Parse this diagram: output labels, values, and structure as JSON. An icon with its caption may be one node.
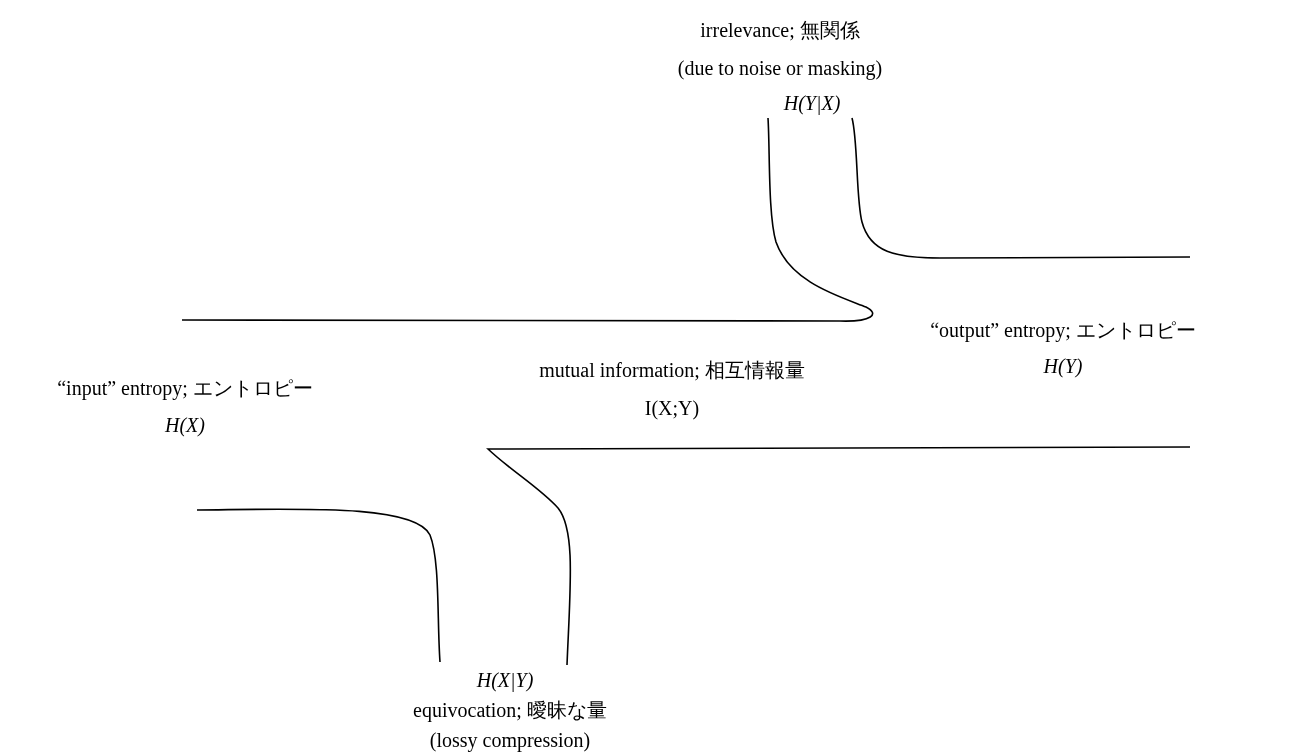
{
  "diagram": {
    "labels": [
      "irrelevance; 無関係",
      "(due to noise or masking)",
      "H(Y|X)",
      "“output” entropy; エントロピー",
      "H(Y)",
      "mutual information; 相互情報量",
      "I(X;Y)",
      "“input” entropy; エントロピー",
      "H(X)",
      "H(X|Y)",
      "equivocation; 曖昧な量",
      "(lossy compression)"
    ]
  }
}
